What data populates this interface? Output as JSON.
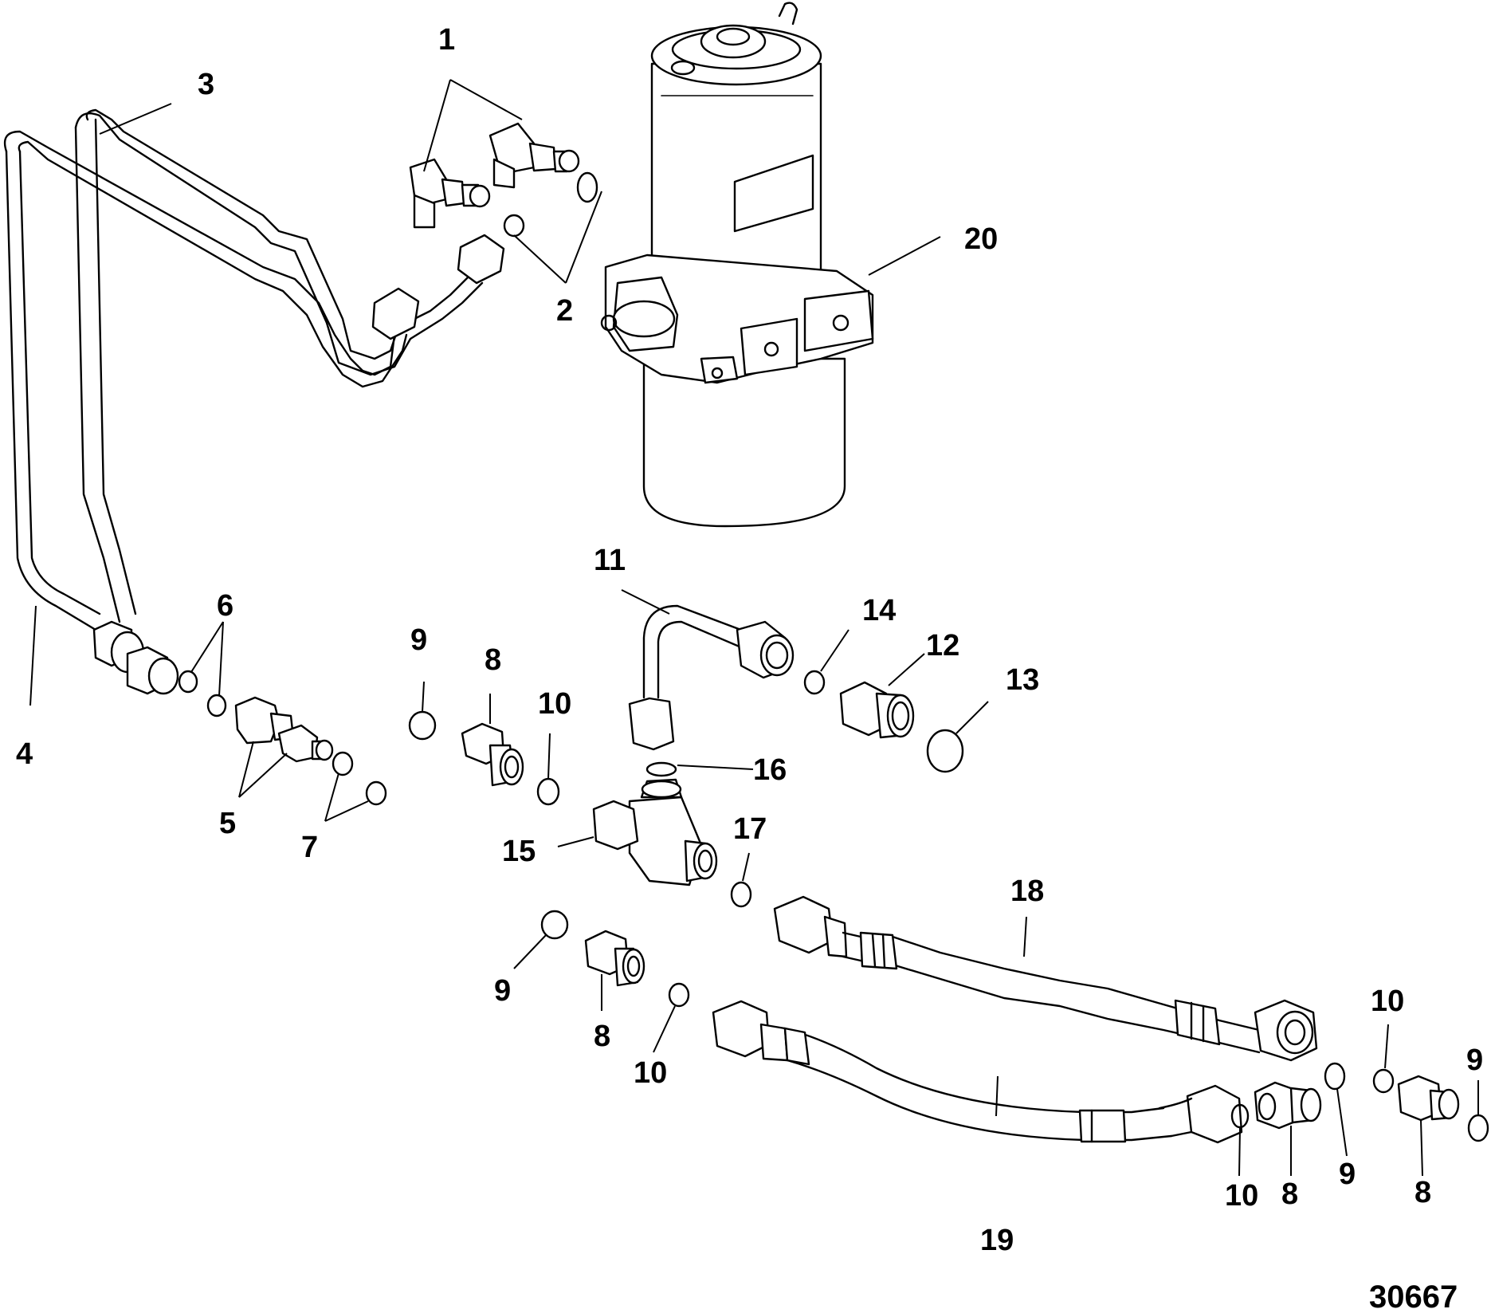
{
  "figure_number": "30667",
  "callouts": {
    "c1": "1",
    "c2": "2",
    "c3": "3",
    "c4": "4",
    "c5": "5",
    "c6": "6",
    "c7": "7",
    "c8a": "8",
    "c8b": "8",
    "c8c": "8",
    "c8d": "8",
    "c9a": "9",
    "c9b": "9",
    "c9c": "9",
    "c9d": "9",
    "c10a": "10",
    "c10b": "10",
    "c10c": "10",
    "c10d": "10",
    "c11": "11",
    "c12": "12",
    "c13": "13",
    "c14": "14",
    "c15": "15",
    "c16": "16",
    "c17": "17",
    "c18": "18",
    "c19": "19",
    "c20": "20"
  }
}
